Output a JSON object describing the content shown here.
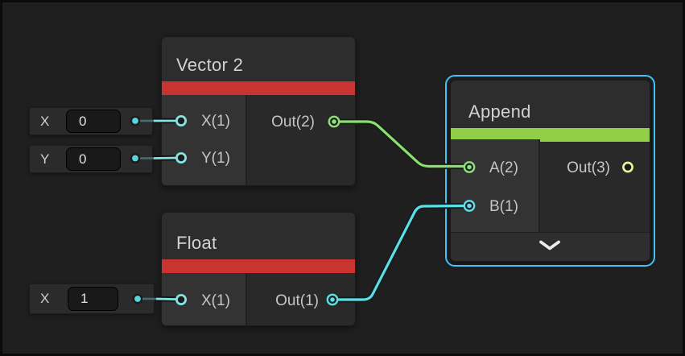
{
  "app": "shader-graph-editor",
  "colors": {
    "canvas_bg": "#1f1f1f",
    "node_bg": "#292929",
    "node_header": "#2d2d2d",
    "node_input_panel": "#333333",
    "accent_red": "#ca3430",
    "accent_green": "#90cf46",
    "port_float_cyan": "#84e4e4",
    "port_vector2_green": "#8fe07a",
    "port_vector3_yellow": "#f2f49b",
    "wire_green": "#8cdd72",
    "wire_cyan": "#5edee5",
    "selection_blue": "#41c3f4",
    "widget_dot_cyan": "#57d6dc"
  },
  "nodes": [
    {
      "title": "Vector 2",
      "accent_color": "#ca3430",
      "inputs": [
        {
          "label": "X(1)"
        },
        {
          "label": "Y(1)"
        }
      ],
      "outputs": [
        {
          "label": "Out(2)"
        }
      ],
      "selected": false
    },
    {
      "title": "Float",
      "accent_color": "#ca3430",
      "inputs": [
        {
          "label": "X(1)"
        }
      ],
      "outputs": [
        {
          "label": "Out(1)"
        }
      ],
      "selected": false
    },
    {
      "title": "Append",
      "accent_color": "#90cf46",
      "inputs": [
        {
          "label": "A(2)"
        },
        {
          "label": "B(1)"
        }
      ],
      "outputs": [
        {
          "label": "Out(3)"
        }
      ],
      "selected": true,
      "expander_icon": "chevron-down-icon"
    }
  ],
  "widgets": [
    {
      "label": "X",
      "value": "0",
      "attached_to": "Vector 2 / X(1)"
    },
    {
      "label": "Y",
      "value": "0",
      "attached_to": "Vector 2 / Y(1)"
    },
    {
      "label": "X",
      "value": "1",
      "attached_to": "Float / X(1)"
    }
  ],
  "edges": [
    {
      "from": "Vector 2 / Out(2)",
      "to": "Append / A(2)",
      "type": "Vector2",
      "color": "#8cdd72"
    },
    {
      "from": "Float / Out(1)",
      "to": "Append / B(1)",
      "type": "Float",
      "color": "#5edee5"
    },
    {
      "from": "widget X 0",
      "to": "Vector 2 / X(1)",
      "type": "Float",
      "color": "#84e4e4"
    },
    {
      "from": "widget Y 0",
      "to": "Vector 2 / Y(1)",
      "type": "Float",
      "color": "#84e4e4"
    },
    {
      "from": "widget X 1",
      "to": "Float / X(1)",
      "type": "Float",
      "color": "#84e4e4"
    }
  ]
}
